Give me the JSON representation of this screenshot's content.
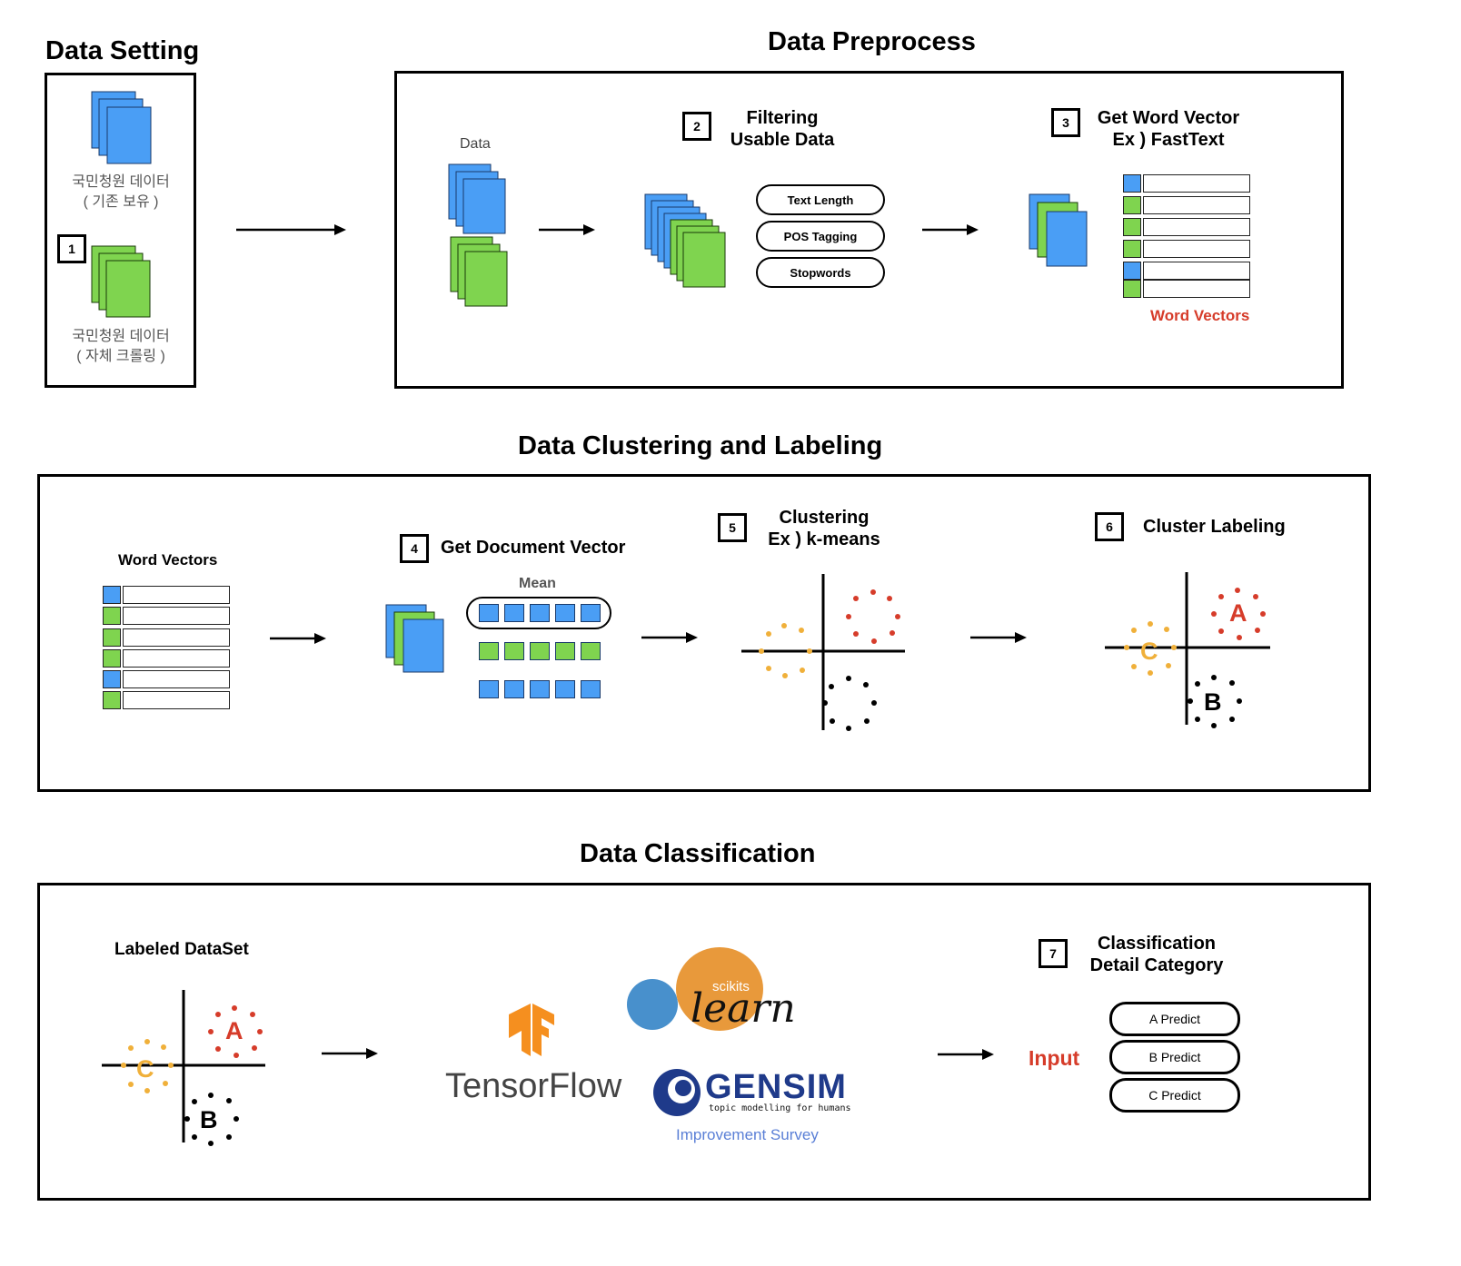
{
  "sections": {
    "data_setting": "Data Setting",
    "data_preprocess": "Data Preprocess",
    "data_clustering": "Data Clustering and Labeling",
    "data_classification": "Data Classification"
  },
  "setting": {
    "doc1_line1": "국민청원 데이터",
    "doc1_line2": "( 기존 보유 )",
    "doc2_line1": "국민청원 데이터",
    "doc2_line2": "( 자체 크롤링 )",
    "step1": "1"
  },
  "preprocess": {
    "data_label": "Data",
    "step2": "2",
    "step2_line1": "Filtering",
    "step2_line2": "Usable Data",
    "filters": [
      "Text Length",
      "POS Tagging",
      "Stopwords"
    ],
    "step3": "3",
    "step3_line1": "Get Word Vector",
    "step3_line2": "Ex ) FastText",
    "word_vectors_label": "Word Vectors"
  },
  "clustering": {
    "word_vectors_label": "Word Vectors",
    "step4": "4",
    "step4_label": "Get Document Vector",
    "mean_label": "Mean",
    "step5": "5",
    "step5_line1": "Clustering",
    "step5_line2": "Ex ) k-means",
    "step6": "6",
    "step6_label": "Cluster Labeling",
    "cluster_a": "A",
    "cluster_b": "B",
    "cluster_c": "C"
  },
  "classification": {
    "labeled_dataset": "Labeled DataSet",
    "cluster_a": "A",
    "cluster_b": "B",
    "cluster_c": "C",
    "tensorflow": "TensorFlow",
    "scikits": "scikits",
    "learn": "learn",
    "gensim": "GENSIM",
    "gensim_tagline": "topic modelling for humans",
    "gensim_caption": "Improvement Survey",
    "step7": "7",
    "step7_line1": "Classification",
    "step7_line2": "Detail Category",
    "input_label": "Input",
    "predicts": [
      "A Predict",
      "B Predict",
      "C Predict"
    ]
  },
  "colors": {
    "blue": "#4a9ef5",
    "green": "#7fd44f",
    "red": "#d63c2a",
    "orange": "#f0b03a",
    "black": "#000000"
  },
  "icons": [
    "document-stack-icon",
    "arrow-right-icon",
    "scatter-axes-icon",
    "tensorflow-logo",
    "sklearn-logo",
    "gensim-logo"
  ]
}
